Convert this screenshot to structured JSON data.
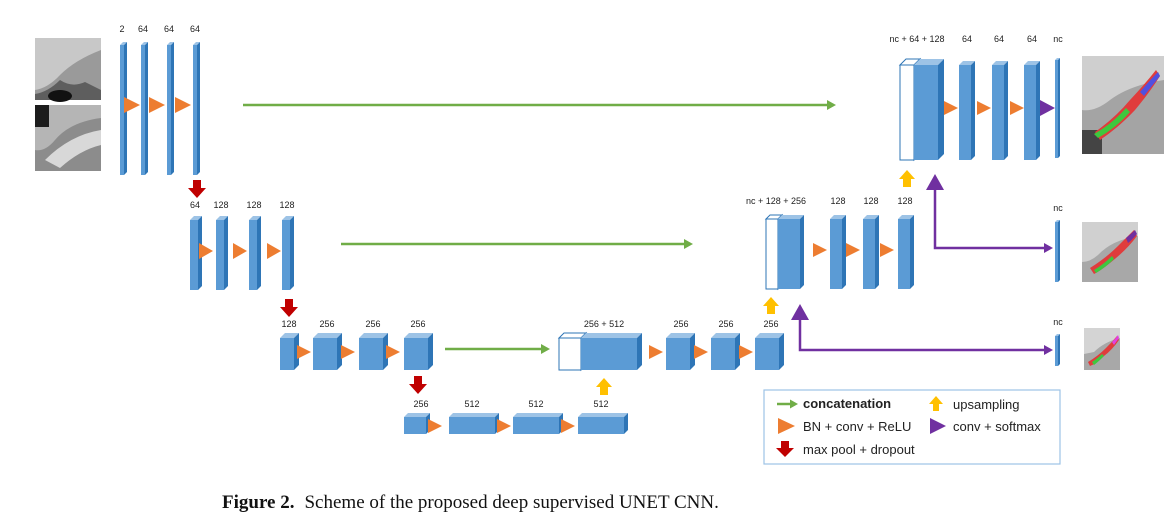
{
  "figure": {
    "labels": {
      "l1": [
        "2",
        "64",
        "64",
        "64"
      ],
      "l2": [
        "64",
        "128",
        "128",
        "128"
      ],
      "l3": [
        "128",
        "256",
        "256",
        "256"
      ],
      "bottom": [
        "256",
        "512",
        "512",
        "512"
      ],
      "d3": [
        "256 + 512",
        "256",
        "256",
        "256"
      ],
      "d2": [
        "nc + 128 + 256",
        "128",
        "128",
        "128"
      ],
      "d1": [
        "nc + 64 + 128",
        "64",
        "64",
        "64"
      ],
      "out": [
        "nc",
        "nc",
        "nc"
      ]
    },
    "legend": {
      "concatenation": "concatenation",
      "upsampling": "upsampling",
      "bn_conv_relu": "BN + conv + ReLU",
      "conv_softmax": "conv + softmax",
      "maxpool_dropout": "max pool  + dropout"
    },
    "colors": {
      "block_front": "#5b9bd5",
      "block_top": "#9dc3e6",
      "block_side": "#2e75b6",
      "concat_arrow": "#70ad47",
      "conv_arrow": "#ed7d31",
      "pool_arrow": "#c00000",
      "up_arrow": "#ffc000",
      "softmax_arrow": "#7030a0",
      "legend_border": "#9dc3e6"
    },
    "images": {
      "input_top": "brain-mri-slice",
      "input_bottom": "brain-mri-slice",
      "output_1": "segmentation-overlay-red-green",
      "output_2": "segmentation-overlay-red-green",
      "output_3": "segmentation-overlay-red-green"
    }
  },
  "caption": {
    "label": "Figure 2.",
    "text": "Scheme of the proposed deep supervised UNET CNN."
  }
}
